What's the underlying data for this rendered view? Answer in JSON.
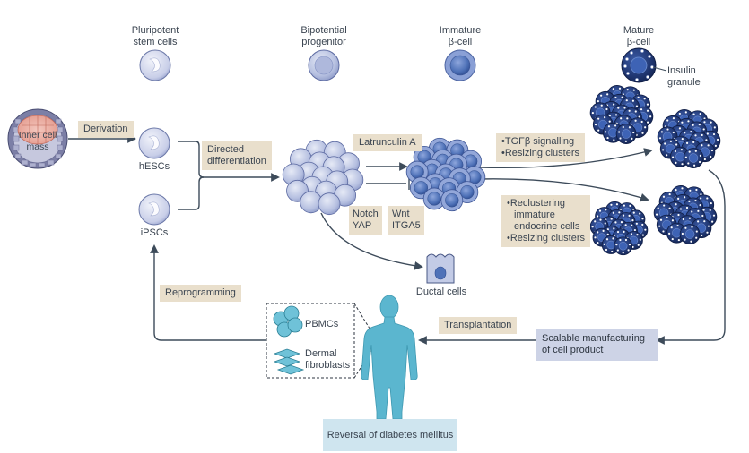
{
  "stage_labels": {
    "pluripotent": [
      "Pluripotent",
      "stem cells"
    ],
    "bipotential": [
      "Bipotential",
      "progenitor"
    ],
    "immature": [
      "Immature",
      "β-cell"
    ],
    "mature": [
      "Mature",
      "β-cell"
    ]
  },
  "insulin_label": [
    "Insulin",
    "granule"
  ],
  "inner_cell_mass": [
    "Inner cell",
    "mass"
  ],
  "tags": {
    "derivation": "Derivation",
    "directed": [
      "Directed",
      "differentiation"
    ],
    "latrunculin": "Latrunculin A",
    "notch_yap": [
      "Notch",
      "YAP"
    ],
    "wnt_itga5": [
      "Wnt",
      "ITGA5"
    ],
    "tgf_items": [
      "TGFβ signalling",
      "Resizing clusters"
    ],
    "recluster_items": [
      "Reclustering",
      "immature",
      "endocrine cells",
      "Resizing clusters"
    ],
    "reprogramming": "Reprogramming",
    "transplantation": "Transplantation"
  },
  "cell_labels": {
    "hescs": "hESCs",
    "ipscs": "iPSCs",
    "ductal": "Ductal cells",
    "pbmcs": "PBMCs",
    "dermal": [
      "Dermal",
      "fibroblasts"
    ]
  },
  "manufacturing": [
    "Scalable manufacturing",
    "of cell product"
  ],
  "reversal": "Reversal of diabetes mellitus",
  "colors": {
    "arrow": "#3d4b5a",
    "tag_bg": "#e9dfcc",
    "progenitor_fill": "#c3cbe6",
    "immature_fill": "#4f72b8",
    "mature_fill": "#233a78",
    "human_fill": "#5bb6cf",
    "manufacturing_bg": "#cdd3e6",
    "reversal_bg": "#cfe5ef"
  }
}
